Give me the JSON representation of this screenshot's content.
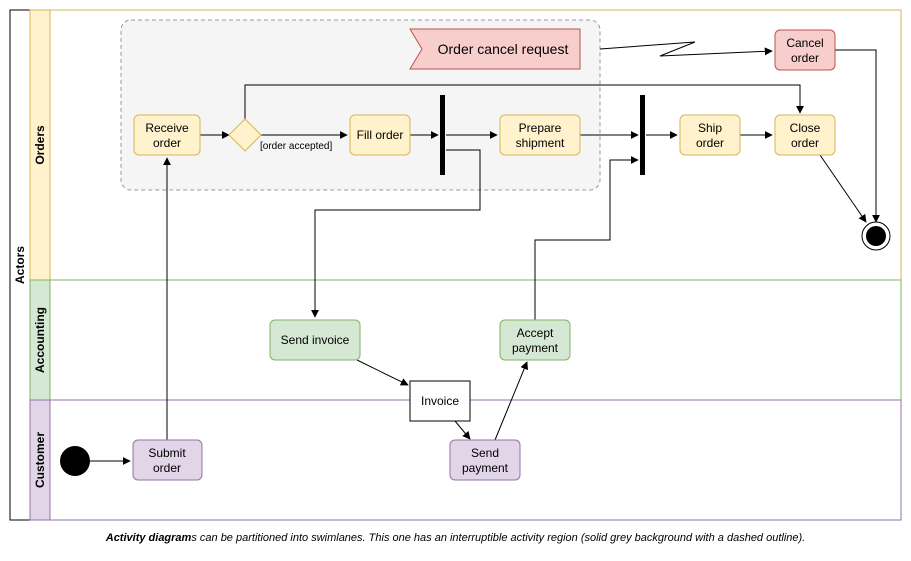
{
  "swimlanes": {
    "pool_label": "Actors",
    "lanes": [
      "Orders",
      "Accounting",
      "Customer"
    ]
  },
  "nodes": {
    "receive_order": [
      "Receive",
      "order"
    ],
    "fill_order": "Fill order",
    "prepare_shipment": [
      "Prepare",
      "shipment"
    ],
    "ship_order": [
      "Ship",
      "order"
    ],
    "close_order": [
      "Close",
      "order"
    ],
    "cancel_order": [
      "Cancel",
      "order"
    ],
    "order_cancel_request": "Order cancel request",
    "send_invoice": "Send invoice",
    "accept_payment": [
      "Accept",
      "payment"
    ],
    "invoice": "Invoice",
    "submit_order": [
      "Submit",
      "order"
    ],
    "send_payment": [
      "Send",
      "payment"
    ]
  },
  "guards": {
    "order_accepted": "[order accepted]"
  },
  "caption": {
    "bold": "Activity diagram",
    "rest": "s can be partitioned into swimlanes. This one has an interruptible activity region (solid grey background with a dashed outline)."
  },
  "colors": {
    "orders_fill": "#fff2cc",
    "orders_stroke": "#d6b656",
    "accounting_fill": "#d5e8d4",
    "accounting_stroke": "#82b366",
    "customer_fill": "#e1d5e7",
    "customer_stroke": "#9673a6",
    "cancel_fill": "#f8cecc",
    "cancel_stroke": "#b85450",
    "region_fill": "#f5f5f5",
    "region_stroke": "#999999"
  }
}
